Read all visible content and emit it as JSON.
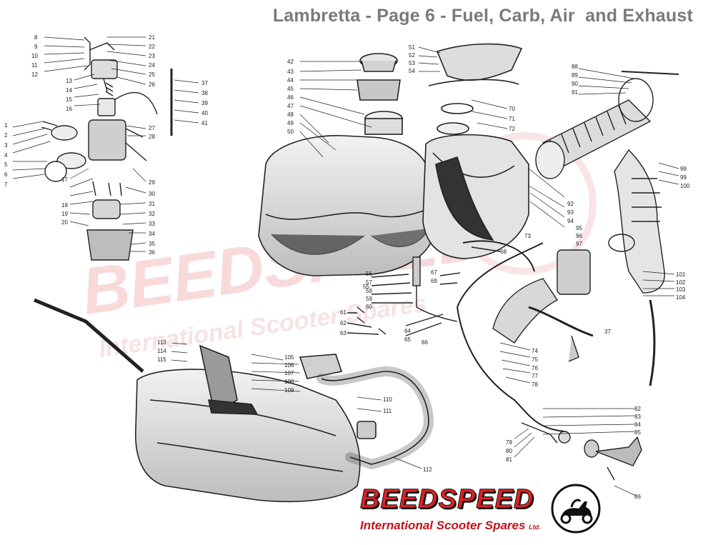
{
  "header": {
    "title": "Lambretta - Page 6 - Fuel, Carb, Air  and Exhaust"
  },
  "watermark": {
    "brand": "BEEDSPEED",
    "tagline": "International Scooter Spares"
  },
  "logo": {
    "brand": "BEEDSPEED",
    "tagline": "International Scooter Spares",
    "suffix": "Ltd."
  },
  "callouts": {
    "carb_left": [
      "1",
      "2",
      "3",
      "4",
      "5",
      "6",
      "7",
      "8",
      "9",
      "10",
      "11",
      "12",
      "13",
      "14",
      "15",
      "16",
      "17",
      "18",
      "19",
      "20"
    ],
    "carb_right": [
      "21",
      "22",
      "23",
      "24",
      "25",
      "26",
      "27",
      "28",
      "29",
      "30",
      "31",
      "32",
      "33",
      "34",
      "35",
      "36"
    ],
    "cable": [
      "37",
      "38",
      "39",
      "40",
      "41"
    ],
    "tank_left": [
      "42",
      "43",
      "44",
      "45",
      "46",
      "47",
      "48",
      "49",
      "50"
    ],
    "tank_top": [
      "51",
      "52",
      "53",
      "54"
    ],
    "tap": [
      "55",
      "56",
      "57",
      "58",
      "59",
      "60",
      "61",
      "62",
      "63",
      "64",
      "65",
      "66",
      "67",
      "68",
      "69"
    ],
    "reserve": [
      "70",
      "71",
      "72",
      "73",
      "74",
      "75",
      "76",
      "77",
      "78",
      "79",
      "80",
      "81"
    ],
    "choke": [
      "82",
      "83",
      "84",
      "85",
      "86"
    ],
    "filter": [
      "88",
      "89",
      "90",
      "91",
      "92",
      "93",
      "94",
      "95",
      "96",
      "97",
      "98",
      "99",
      "100",
      "101",
      "102",
      "103",
      "104"
    ],
    "exhaust": [
      "105",
      "106",
      "107",
      "108",
      "109",
      "110",
      "111",
      "112",
      "113",
      "114",
      "115"
    ],
    "throttle_rod": "37"
  }
}
